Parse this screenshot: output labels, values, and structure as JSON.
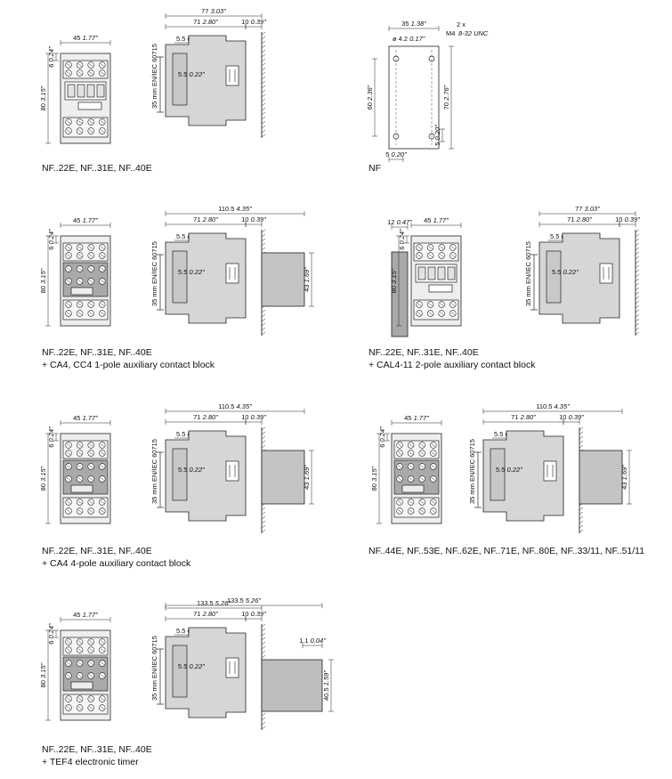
{
  "figures": [
    {
      "id": "nf-base",
      "caption": [
        "NF..22E, NF..31E, NF..40E"
      ],
      "dims": {
        "front_width": "45",
        "front_width_in": "1.77\"",
        "height": "80",
        "height_in": "3.15\"",
        "top_gap": "6",
        "top_gap_in": "0.24\"",
        "overall": "77",
        "overall_in": "3.03\"",
        "depth": "71",
        "depth_in": "2.80\"",
        "offset": "5.5",
        "offset_in": "0.22\"",
        "rail_gap": "10",
        "rail_gap_in": "0.39\"",
        "rail": "35 mm EN/IEC 60715"
      }
    },
    {
      "id": "nf-mounting",
      "caption": [
        "NF"
      ],
      "dims": {
        "width": "35",
        "width_in": "1.38\"",
        "hole": "ø 4.2",
        "hole_in": "0.17\"",
        "screws": "2 x",
        "screw_m": "M4",
        "screw_in": "8-32 UNC",
        "height": "60",
        "height_in": "2.36\"",
        "pitch": "70",
        "pitch_in": "2.76\"",
        "edge": "5",
        "edge_in": "0.20\"",
        "bottom": "5",
        "bottom_in": "0.20\""
      }
    },
    {
      "id": "nf-ca4-cc4",
      "caption": [
        "NF..22E, NF..31E, NF..40E",
        "+ CA4, CC4  1-pole auxiliary contact block"
      ],
      "dims": {
        "front_width": "45",
        "front_width_in": "1.77\"",
        "height": "80",
        "height_in": "3.15\"",
        "top_gap": "6",
        "top_gap_in": "0.24\"",
        "overall": "110.5",
        "overall_in": "4.35\"",
        "depth": "71",
        "depth_in": "2.80\"",
        "offset": "5.5",
        "offset_in": "0.22\"",
        "rail_gap": "10",
        "rail_gap_in": "0.39\"",
        "block_h": "43",
        "block_h_in": "1.69\"",
        "rail": "35 mm EN/IEC 60715"
      }
    },
    {
      "id": "nf-cal4",
      "caption": [
        "NF..22E, NF..31E, NF..40E",
        "+ CAL4-11  2-pole auxiliary contact block"
      ],
      "dims": {
        "side_block": "12",
        "side_block_in": "0.47\"",
        "front_width": "45",
        "front_width_in": "1.77\"",
        "height": "80",
        "height_in": "3.15\"",
        "top_gap": "6",
        "top_gap_in": "0.24\"",
        "overall": "77",
        "overall_in": "3.03\"",
        "depth": "71",
        "depth_in": "2.80\"",
        "offset": "5.5",
        "offset_in": "0.22\"",
        "rail_gap": "10",
        "rail_gap_in": "0.39\"",
        "rail": "35 mm EN/IEC 60715"
      }
    },
    {
      "id": "nf-ca4-4pole",
      "caption": [
        "NF..22E, NF..31E, NF..40E",
        "+ CA4  4-pole auxiliary contact block"
      ],
      "dims": {
        "front_width": "45",
        "front_width_in": "1.77\"",
        "height": "80",
        "height_in": "3.15\"",
        "top_gap": "6",
        "top_gap_in": "0.24\"",
        "overall": "110.5",
        "overall_in": "4.35\"",
        "depth": "71",
        "depth_in": "2.80\"",
        "offset": "5.5",
        "offset_in": "0.22\"",
        "rail_gap": "10",
        "rail_gap_in": "0.39\"",
        "block_h": "43",
        "block_h_in": "1.69\"",
        "rail": "35 mm EN/IEC 60715"
      }
    },
    {
      "id": "nf-44e",
      "caption": [
        "NF..44E, NF..53E, NF..62E, NF..71E, NF..80E, NF..33/11, NF..51/11"
      ],
      "dims": {
        "front_width": "45",
        "front_width_in": "1.77\"",
        "height": "80",
        "height_in": "3.15\"",
        "top_gap": "6",
        "top_gap_in": "0.24\"",
        "overall": "110.5",
        "overall_in": "4.35\"",
        "depth": "71",
        "depth_in": "2.80\"",
        "offset": "5.5",
        "offset_in": "0.22\"",
        "rail_gap": "10",
        "rail_gap_in": "0.39\"",
        "block_h": "43",
        "block_h_in": "1.69\"",
        "rail": "35 mm EN/IEC 60715"
      }
    },
    {
      "id": "nf-tef4",
      "caption": [
        "NF..22E, NF..31E, NF..40E",
        "+ TEF4 electronic timer"
      ],
      "dims": {
        "front_width": "45",
        "front_width_in": "1.77\"",
        "height": "80",
        "height_in": "3.15\"",
        "top_gap": "6",
        "top_gap_in": "0.24\"",
        "overall": "133.5",
        "overall_in": "5.26\"",
        "depth": "71",
        "depth_in": "2.80\"",
        "offset": "5.5",
        "offset_in": "0.22\"",
        "rail_gap": "10",
        "rail_gap_in": "0.39\"",
        "timer_gap": "1.1",
        "timer_gap_in": "0.04\"",
        "block_h": "40.5",
        "block_h_in": "1.59\"",
        "rail": "35 mm EN/IEC 60715"
      }
    }
  ]
}
